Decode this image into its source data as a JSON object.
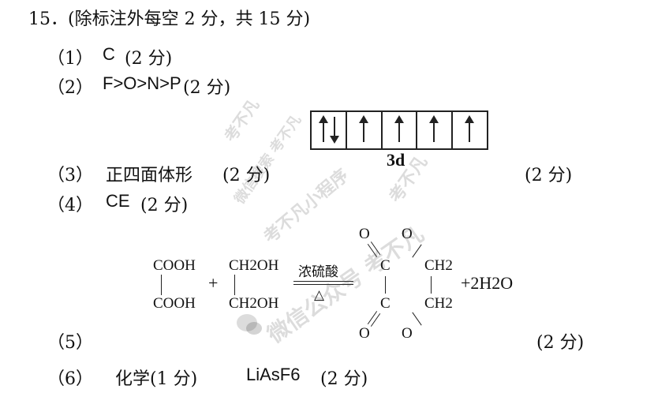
{
  "header": "15．(除标注外每空 2 分，共 15 分)",
  "q1": {
    "num": "（1）",
    "answer": "C",
    "score": "(2 分)"
  },
  "q2": {
    "num": "（2）",
    "answer": "F>O>N>P",
    "score": "(2 分)"
  },
  "q3": {
    "num": "（3）",
    "answer": "正四面体形",
    "score": "(2 分)",
    "orbital_label": "3d",
    "orbital_score": "(2 分)"
  },
  "q4": {
    "num": "（4）",
    "answer": "CE",
    "score": "(2 分)"
  },
  "q5": {
    "num": "（5）",
    "score": "(2 分)",
    "reactant1": [
      "COOH",
      "COOH"
    ],
    "plus": "+",
    "reactant2": [
      "CH2OH",
      "CH2OH"
    ],
    "condition_top": "浓硫酸",
    "condition_bottom": "△",
    "ring_O_top_left": "O",
    "ring_O_top_right": "O",
    "ring_C1": "C",
    "ring_C2": "C",
    "ring_CH2_1": "CH2",
    "ring_CH2_2": "CH2",
    "ring_O_bottom_left": "O",
    "ring_O_bottom_right": "O",
    "product2": "+2H2O"
  },
  "q6": {
    "num": "（6）",
    "answer1": "化学(1 分)",
    "answer2": "LiAsF6",
    "score": "(2 分)"
  },
  "watermarks": [
    "考不凡",
    "微信搜索 考不凡",
    "考不凡小程序",
    "考不凡",
    "微信公众号 考不凡"
  ]
}
